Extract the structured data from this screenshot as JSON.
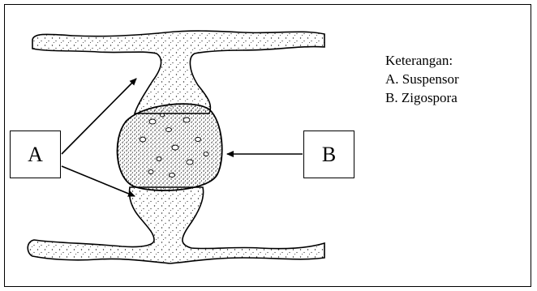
{
  "diagram": {
    "label_a": "A",
    "label_b": "B",
    "legend": {
      "title": "Keterangan:",
      "items": [
        "A. Suspensor",
        "B. Zigospora"
      ]
    },
    "colors": {
      "line": "#000000",
      "background": "#ffffff",
      "stipple": "#222222"
    }
  }
}
